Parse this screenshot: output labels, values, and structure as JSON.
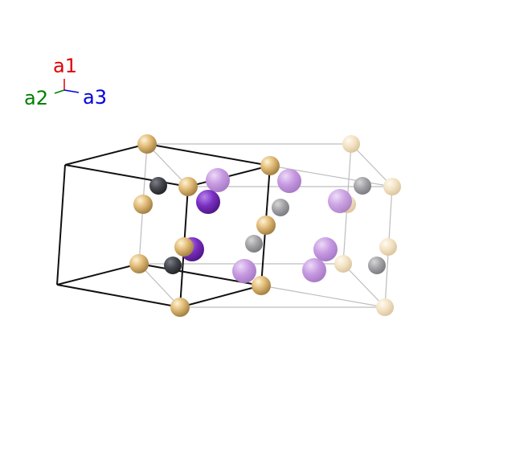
{
  "axes": {
    "a1": {
      "label": "a1",
      "color": "#e00000"
    },
    "a2": {
      "label": "a2",
      "color": "#008000"
    },
    "a3": {
      "label": "a3",
      "color": "#0000e0"
    }
  },
  "atom_colors": {
    "gold": "#d9b46a",
    "dark_gray": "#4a4c52",
    "light_gray": "#9e9ea2",
    "purple": "#7d2fc4",
    "light_purple": "#c497e0",
    "pale_gold": "#efdcb8"
  },
  "line_colors": {
    "primary_cell": "#111111",
    "image_cell": "#bdbdbd"
  }
}
